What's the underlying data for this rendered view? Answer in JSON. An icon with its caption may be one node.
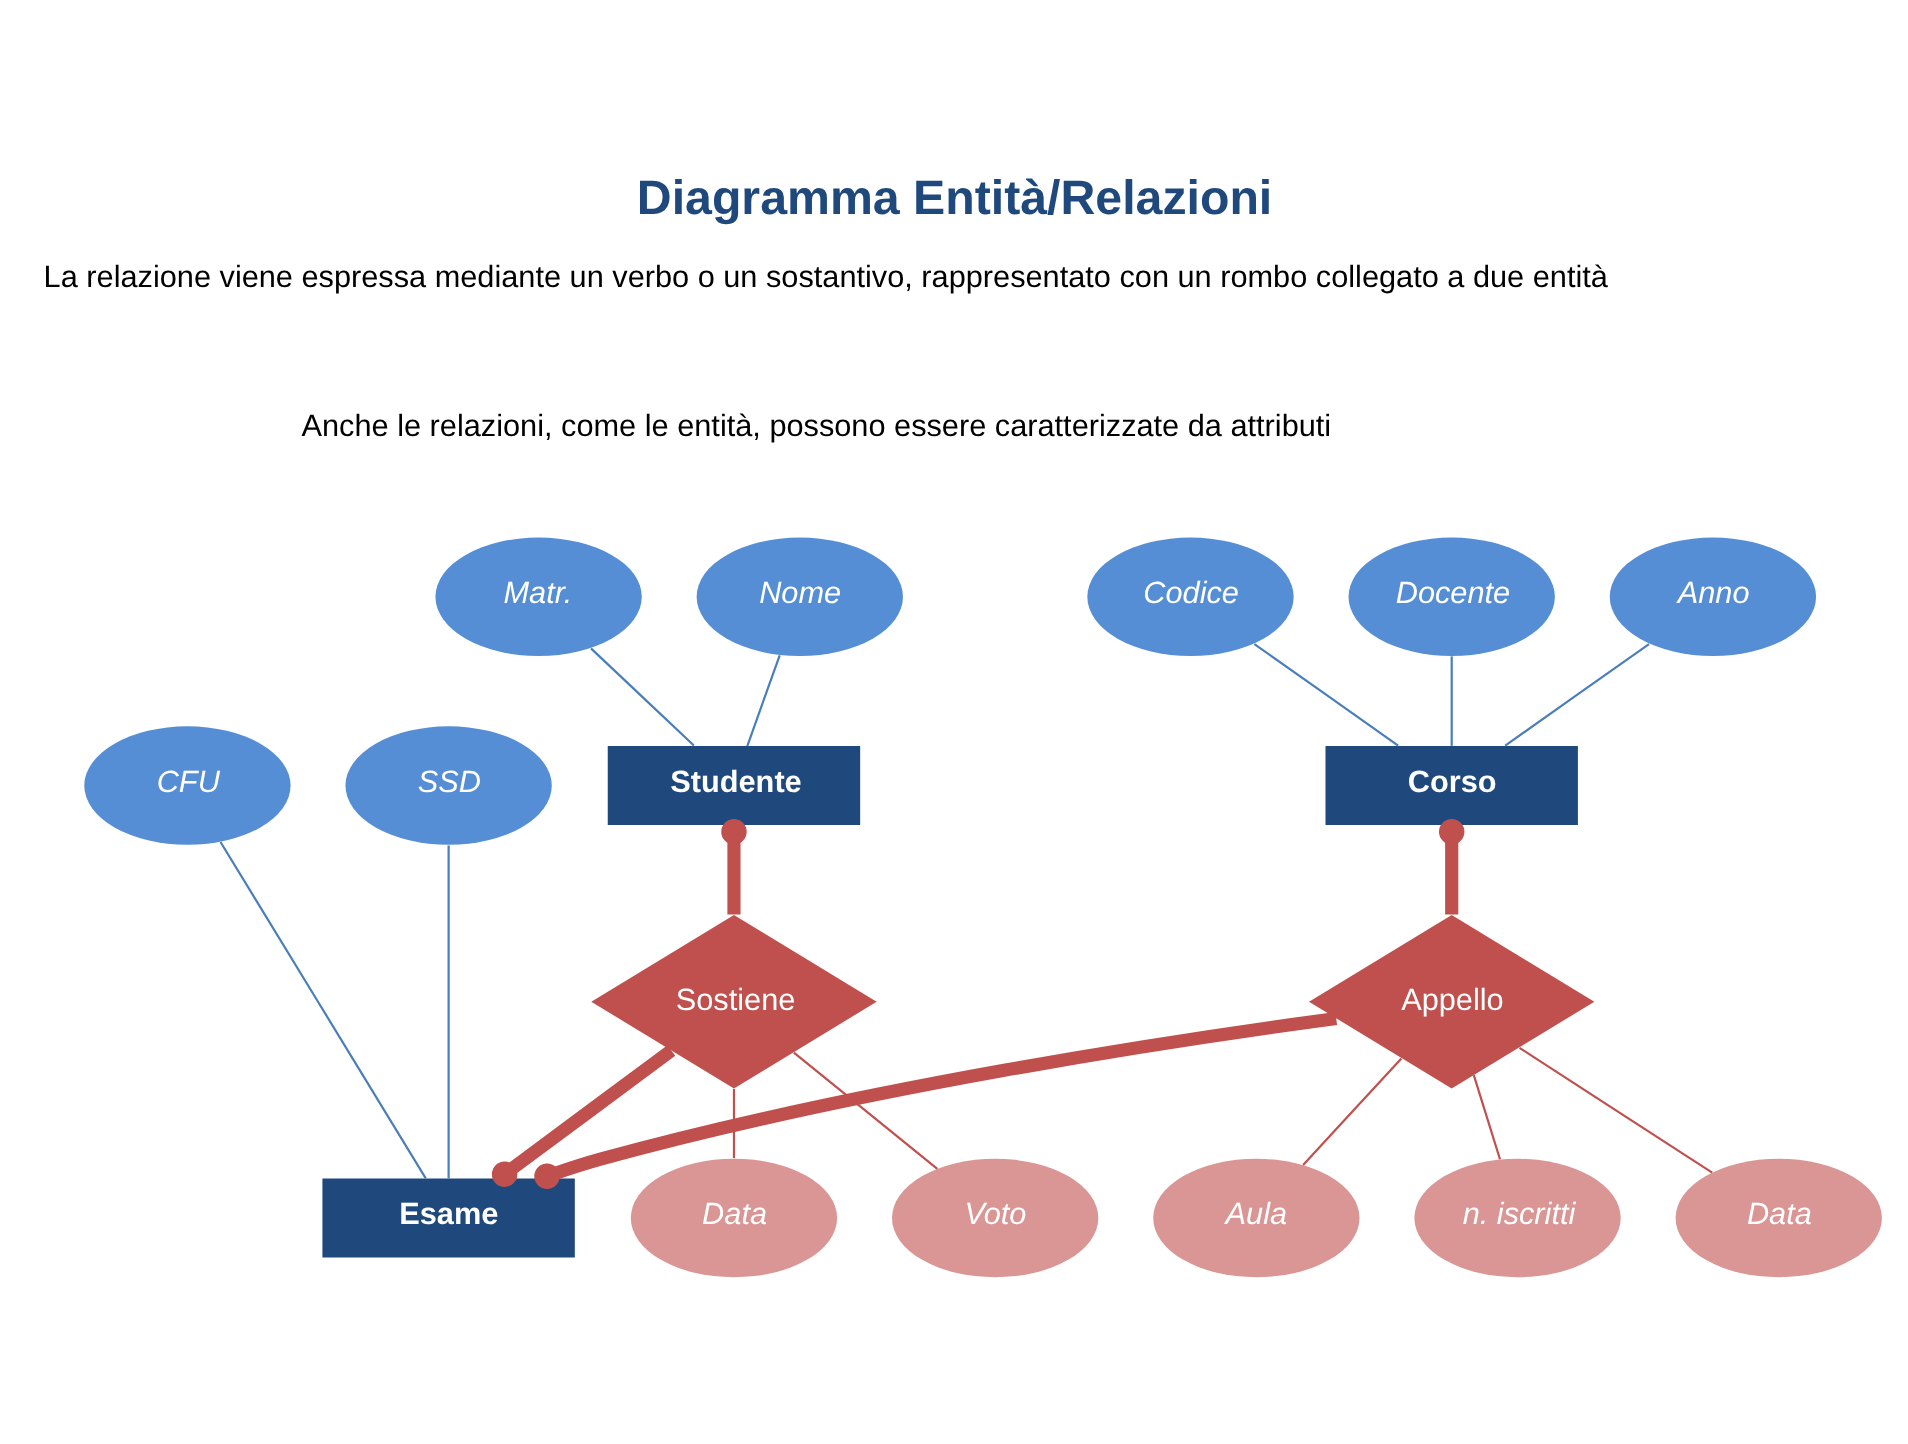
{
  "diagram": {
    "title": "Diagramma Entità/Relazioni",
    "nodes": [
      {
        "text": [
          "Nome"
        ]
      },
      {
        "text": [
          "Matr."
        ]
      },
      {
        "text": [
          "Codice"
        ]
      },
      {
        "text": [
          "Docente"
        ]
      },
      {
        "text": [
          "Anno"
        ]
      },
      {
        "text": [
          "Studente"
        ]
      },
      {
        "text": [
          "CFU"
        ]
      },
      {
        "text": [
          "SSD"
        ]
      },
      {
        "text": [
          "Corso"
        ]
      },
      {
        "text": [
          "Sostiene"
        ]
      },
      {
        "text": [
          "Appello"
        ]
      },
      {
        "text": [
          "Esame"
        ]
      },
      {
        "text": [
          "Aula"
        ]
      },
      {
        "text": [
          "Voto"
        ]
      },
      {
        "text": [
          "n. iscritti"
        ]
      },
      {
        "text": [
          "Data"
        ]
      },
      {
        "text": [
          "Data"
        ]
      }
    ],
    "edges": [
      {
        "from": 0,
        "to": 5,
        "arrow": "none",
        "color": "#4a7ebb"
      },
      {
        "from": 1,
        "to": 5,
        "arrow": "none",
        "color": "#4a7ebb"
      },
      {
        "from": 3,
        "to": 8,
        "arrow": "none",
        "color": "#4a7ebb"
      },
      {
        "from": 2,
        "to": 8,
        "arrow": "none",
        "color": "#4a7ebb"
      },
      {
        "from": 4,
        "to": 8,
        "arrow": "none",
        "color": "#4a7ebb"
      },
      {
        "from": 6,
        "to": 11,
        "arrow": "none",
        "color": "#4a7ebb"
      },
      {
        "from": 7,
        "to": 11,
        "arrow": "none",
        "color": "#4a7ebb"
      },
      {
        "from": 9,
        "to": 5,
        "arrow": "other",
        "style": "thick"
      },
      {
        "from": 9,
        "to": 11,
        "arrow": "other",
        "style": "thick"
      },
      {
        "from": 10,
        "to": 11,
        "arrow": "other",
        "style": "thick"
      },
      {
        "from": 10,
        "to": 8,
        "arrow": "other",
        "style": "thick"
      },
      {
        "from": 9,
        "to": 13,
        "arrow": "none"
      },
      {
        "from": 9,
        "to": 15,
        "arrow": "none"
      },
      {
        "from": 10,
        "to": 16,
        "arrow": "none"
      },
      {
        "from": 10,
        "to": 14,
        "arrow": "none"
      },
      {
        "from": 10,
        "to": 12,
        "arrow": "none"
      }
    ],
    "labels": [
      "La relazione viene espressa mediante un verbo o un sostantivo, rappresentato con un rombo collegato a due entità",
      "Anche le relazioni, come le entità, possono essere caratterizzate da attributi"
    ]
  }
}
